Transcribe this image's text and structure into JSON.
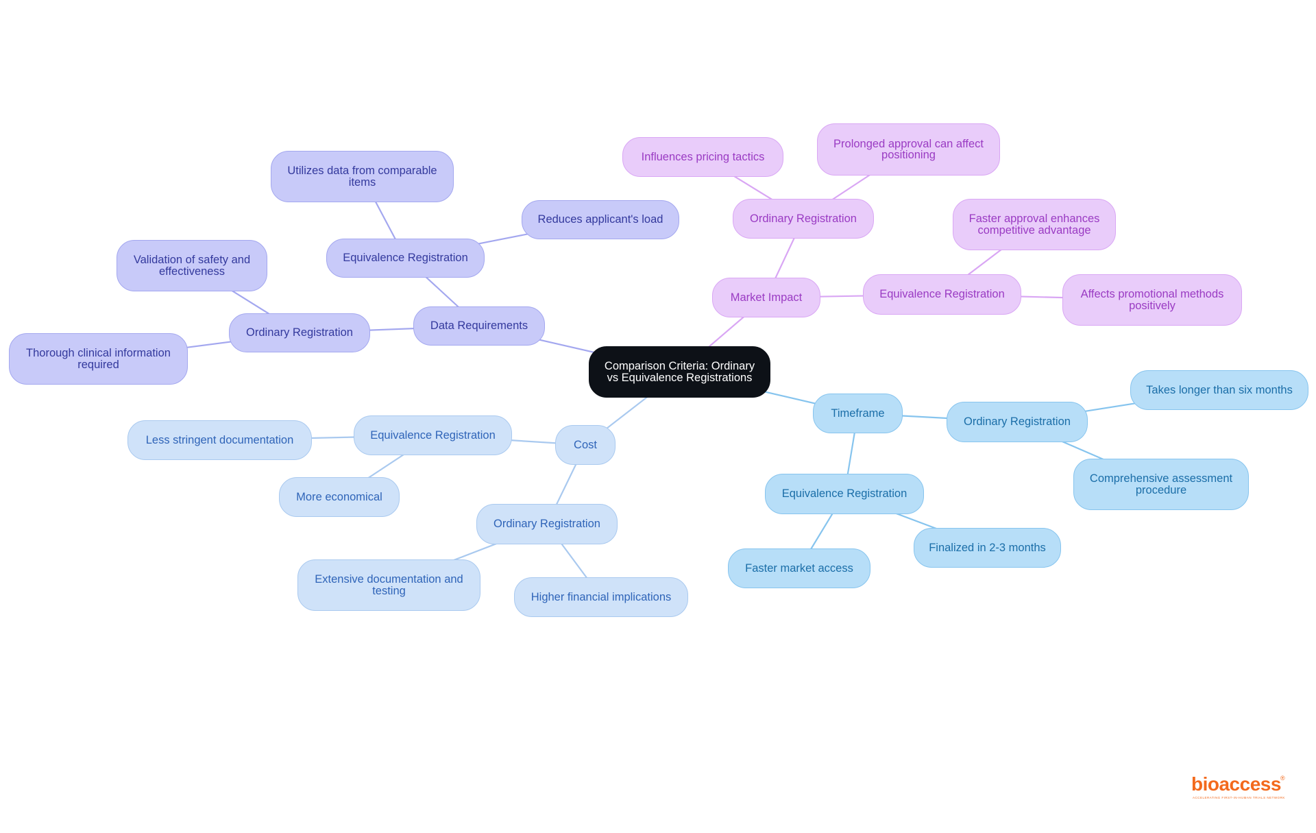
{
  "colors": {
    "data_requirements": "#a3a7ef",
    "market_impact": "#d9a6f4",
    "cost": "#a9c9ef",
    "timeframe": "#86c4ee",
    "center": "#0d1117",
    "brand": "#f36a1d"
  },
  "mindmap": {
    "center": {
      "label": "Comparison Criteria: Ordinary vs Equivalence Registrations"
    },
    "data_requirements": {
      "label": "Data Requirements",
      "equivalence": {
        "label": "Equivalence Registration",
        "items": [
          "Utilizes data from comparable items",
          "Reduces applicant's load"
        ]
      },
      "ordinary": {
        "label": "Ordinary Registration",
        "items": [
          "Validation of safety and effectiveness",
          "Thorough clinical information required"
        ]
      }
    },
    "market_impact": {
      "label": "Market Impact",
      "ordinary": {
        "label": "Ordinary Registration",
        "items": [
          "Influences pricing tactics",
          "Prolonged approval can affect positioning"
        ]
      },
      "equivalence": {
        "label": "Equivalence Registration",
        "items": [
          "Faster approval enhances competitive advantage",
          "Affects promotional methods positively"
        ]
      }
    },
    "cost": {
      "label": "Cost",
      "equivalence": {
        "label": "Equivalence Registration",
        "items": [
          "Less stringent documentation",
          "More economical"
        ]
      },
      "ordinary": {
        "label": "Ordinary Registration",
        "items": [
          "Extensive documentation and testing",
          "Higher financial implications"
        ]
      }
    },
    "timeframe": {
      "label": "Timeframe",
      "ordinary": {
        "label": "Ordinary Registration",
        "items": [
          "Takes longer than six months",
          "Comprehensive assessment procedure"
        ]
      },
      "equivalence": {
        "label": "Equivalence Registration",
        "items": [
          "Finalized in 2-3 months",
          "Faster market access"
        ]
      }
    }
  },
  "logo": {
    "text": "bioaccess",
    "registered": "®",
    "tagline": "ACCELERATING FIRST-IN-HUMAN TRIALS NETWORK"
  }
}
